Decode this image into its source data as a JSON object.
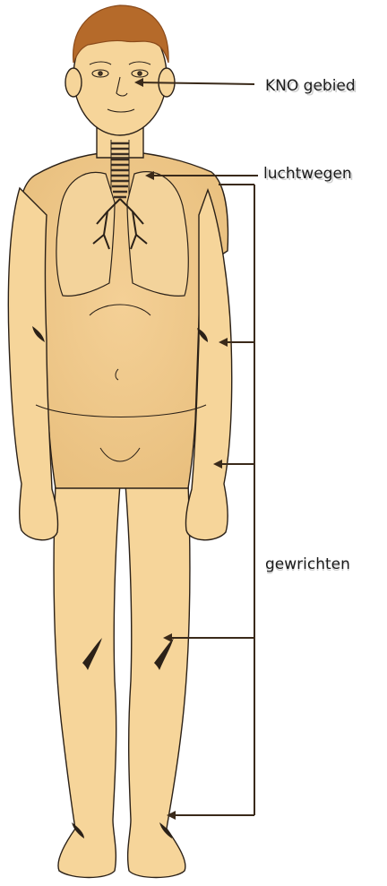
{
  "labels": {
    "ent": "KNO gebied",
    "airways": "luchtwegen",
    "joints": "gewrichten"
  },
  "colors": {
    "skin": "#f6d59a",
    "skin_shadow": "#e9bd78",
    "outline": "#2b2118",
    "hair": "#b56a2a",
    "hair_dark": "#8a4a1a",
    "line": "#2a2a2a",
    "lung_fill": "#f3d39b",
    "trachea": "#3a2e24"
  }
}
